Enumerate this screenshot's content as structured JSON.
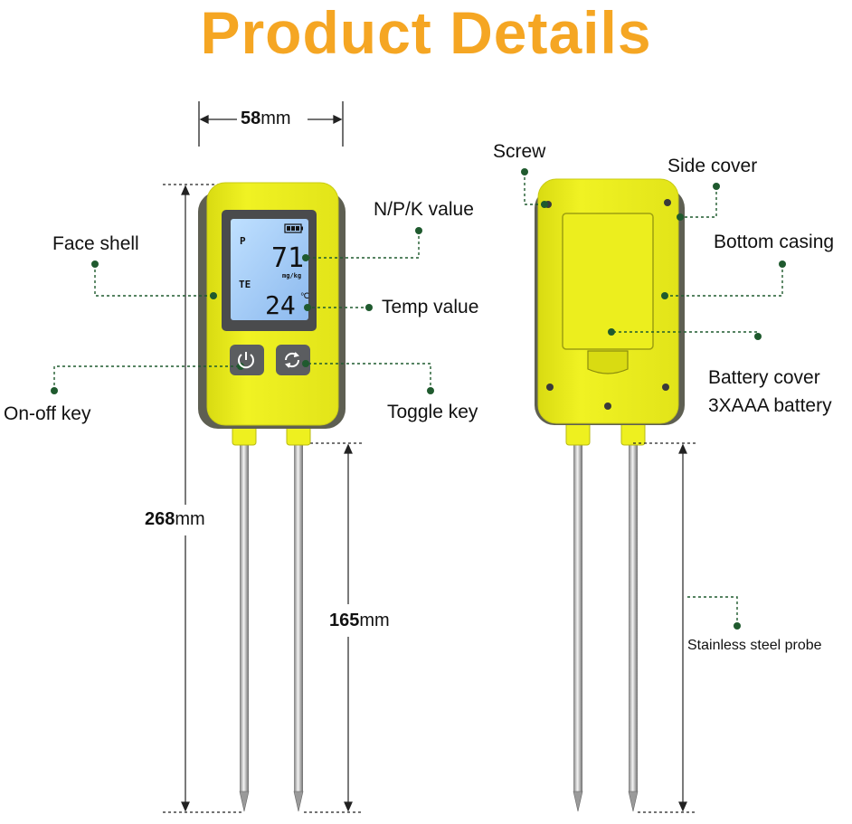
{
  "title": "Product Details",
  "dimensions": {
    "width_value": "58",
    "width_unit": "mm",
    "height_value": "268",
    "height_unit": "mm",
    "probe_value": "165",
    "probe_unit": "mm"
  },
  "front_labels": {
    "face_shell": "Face shell",
    "npk_value": "N/P/K value",
    "temp_value": "Temp value",
    "on_off_key": "On-off key",
    "toggle_key": "Toggle key"
  },
  "back_labels": {
    "screw": "Screw",
    "side_cover": "Side cover",
    "bottom_casing": "Bottom casing",
    "battery_cover": "Battery cover",
    "battery_type": "3XAAA battery",
    "probe": "Stainless steel probe"
  },
  "display": {
    "mode_letter": "P",
    "reading": "71",
    "reading_unit": "mg/kg",
    "temp_mode": "TE",
    "temperature": "24",
    "temp_unit": "℃"
  },
  "icons": [
    "power-icon",
    "toggle-cycle-icon",
    "battery-icon"
  ],
  "colors": {
    "title": "#f5a623",
    "device_body": "#eef01f",
    "side_cover": "#6b6b5a",
    "leader_line": "#1f5a2e",
    "lcd_screen": "#a9cdf5"
  }
}
